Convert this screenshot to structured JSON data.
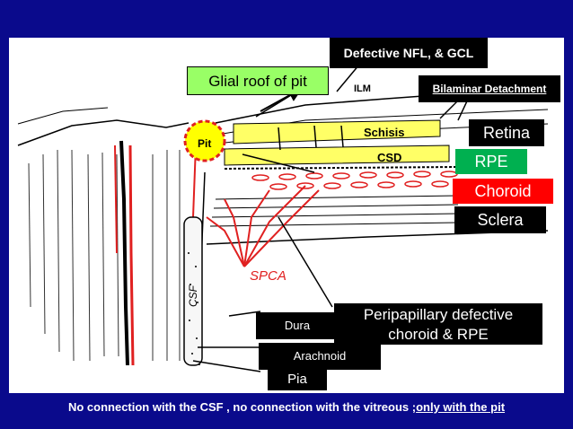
{
  "labels": {
    "defective_nfl": "Defective NFL, & GCL",
    "glial_roof": "Glial roof of pit",
    "ilm": "ILM",
    "bilaminar": "Bilaminar Detachment",
    "pit": "Pit",
    "schisis": "Schisis",
    "csd": "CSD",
    "retina": "Retina",
    "rpe": "RPE",
    "choroid": "Choroid",
    "sclera": "Sclera",
    "spca": "SPCA",
    "csf": "CSF",
    "peripapillary": "Peripapillary defective choroid & RPE",
    "dura": "Dura",
    "arachnoid": "Arachnoid",
    "pia": "Pia"
  },
  "caption": {
    "main": "No connection with the CSF , no connection with the vitreous ;",
    "emphasis": "only with the pit"
  },
  "colors": {
    "background": "#0a0a8c",
    "glial_box": "#99ff66",
    "rpe_box": "#00b050",
    "choroid_box": "#ff0000",
    "schisis_fill": "#ffff66",
    "vessel_red": "#e02020"
  }
}
